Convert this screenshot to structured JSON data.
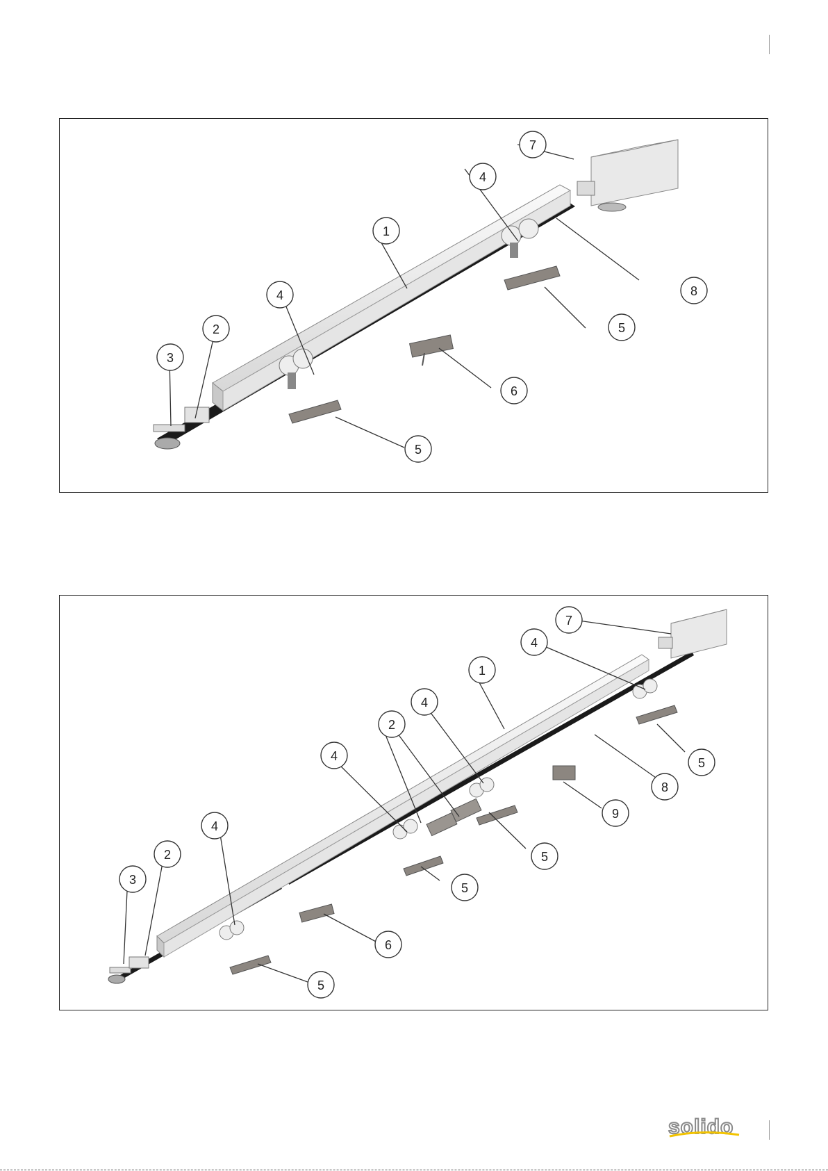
{
  "colors": {
    "frame": "#222222",
    "rail_light": "#f1f1f1",
    "rail_dark": "#b9b9b9",
    "belt": "#1a1a1a",
    "bracket": "#8c8680",
    "callout": "#333333",
    "logo_grey": "#8a8a8a",
    "logo_yellow": "#f2c300"
  },
  "diagram_top": {
    "callouts": [
      {
        "id": "c7",
        "label": "7"
      },
      {
        "id": "c4a",
        "label": "4"
      },
      {
        "id": "c1",
        "label": "1"
      },
      {
        "id": "c8",
        "label": "8"
      },
      {
        "id": "c4b",
        "label": "4"
      },
      {
        "id": "c2",
        "label": "2"
      },
      {
        "id": "c3",
        "label": "3"
      },
      {
        "id": "c5a",
        "label": "5"
      },
      {
        "id": "c6",
        "label": "6"
      },
      {
        "id": "c5b",
        "label": "5"
      }
    ]
  },
  "diagram_bottom": {
    "callouts": [
      {
        "id": "d7",
        "label": "7"
      },
      {
        "id": "d4a",
        "label": "4"
      },
      {
        "id": "d1",
        "label": "1"
      },
      {
        "id": "d4b",
        "label": "4"
      },
      {
        "id": "d2a",
        "label": "2"
      },
      {
        "id": "d4c",
        "label": "4"
      },
      {
        "id": "d5a",
        "label": "5"
      },
      {
        "id": "d8",
        "label": "8"
      },
      {
        "id": "d9",
        "label": "9"
      },
      {
        "id": "d5b",
        "label": "5"
      },
      {
        "id": "d4d",
        "label": "4"
      },
      {
        "id": "d2b",
        "label": "2"
      },
      {
        "id": "d5c",
        "label": "5"
      },
      {
        "id": "d3",
        "label": "3"
      },
      {
        "id": "d6",
        "label": "6"
      },
      {
        "id": "d5d",
        "label": "5"
      }
    ]
  },
  "logo": {
    "name": "solido-logo",
    "wordmark": "solido"
  }
}
